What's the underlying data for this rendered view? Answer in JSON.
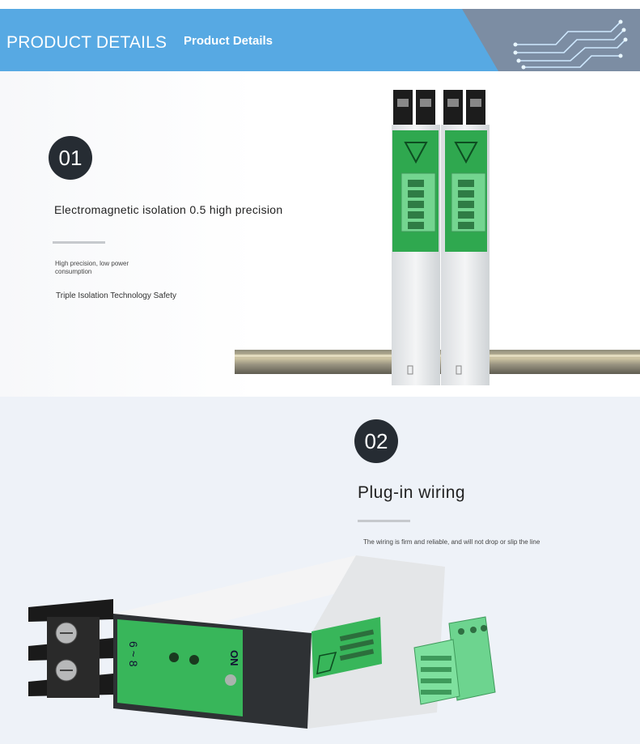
{
  "header": {
    "title": "PRODUCT DETAILS",
    "subtitle": "Product Details"
  },
  "section1": {
    "number": "01",
    "heading": "Electromagnetic isolation 0.5 high precision",
    "detail": "High precision, low power consumption",
    "tagline": "Triple Isolation Technology Safety"
  },
  "section2": {
    "number": "02",
    "heading": "Plug-in wiring",
    "detail": "The wiring is firm and reliable, and will not drop or slip the line",
    "device_label_on": "ON",
    "device_label_range": "6 ~ 8"
  },
  "colors": {
    "banner": "#57a9e3",
    "banner_angle": "#7c8da3",
    "badge": "#262c33",
    "terminal_green": "#6cd08c",
    "panel_green": "#2fa84f"
  }
}
